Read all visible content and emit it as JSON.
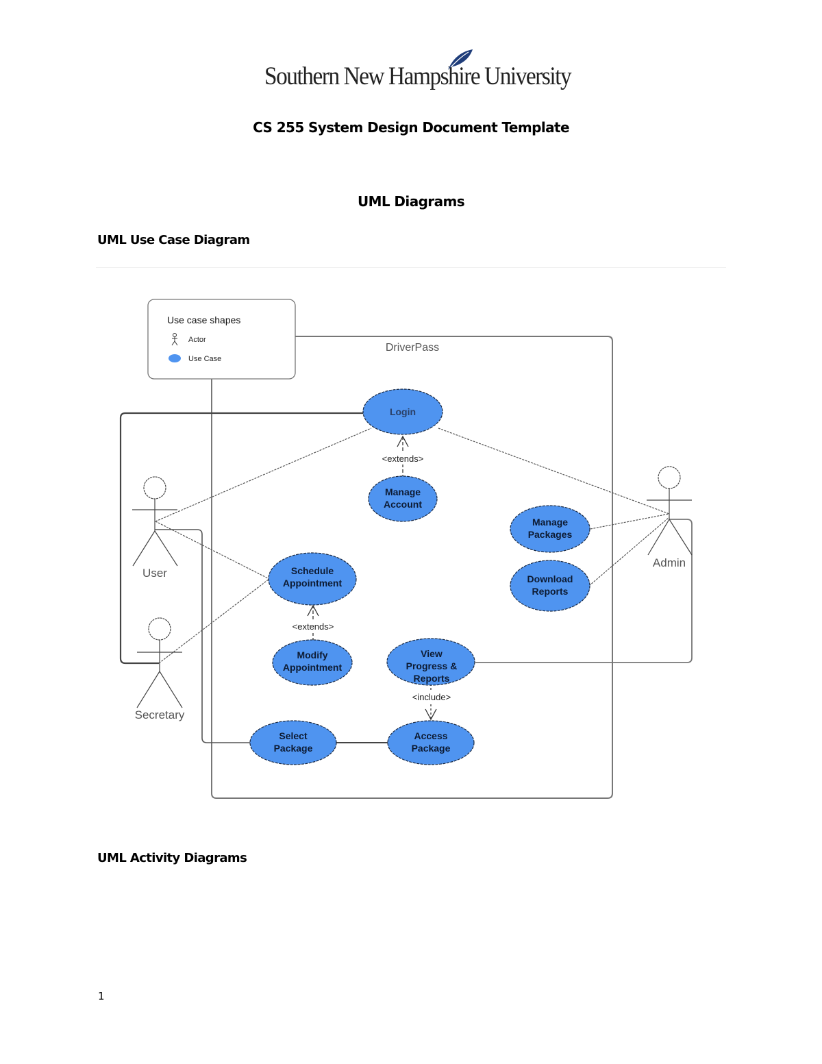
{
  "header": {
    "logo_text": "Southern New Hampshire University",
    "brand_color": "#1f3d7a"
  },
  "document": {
    "title": "CS 255 System Design Document Template",
    "section_title": "UML Diagrams",
    "use_case_heading": "UML Use Case Diagram",
    "activity_heading": "UML Activity Diagrams",
    "page_number": "1"
  },
  "diagram": {
    "system_name": "DriverPass",
    "use_case_fill": "#4f94f0",
    "legend": {
      "title": "Use case shapes",
      "actor_label": "Actor",
      "use_case_label": "Use Case"
    },
    "actors": {
      "user": "User",
      "secretary": "Secretary",
      "admin": "Admin"
    },
    "use_cases": {
      "login": "Login",
      "manage_account": [
        "Manage",
        "Account"
      ],
      "schedule_appointment": [
        "Schedule",
        "Appointment"
      ],
      "modify_appointment": [
        "Modify",
        "Appointment"
      ],
      "manage_packages": [
        "Manage",
        "Packages"
      ],
      "download_reports": [
        "Download",
        "Reports"
      ],
      "view_progress": [
        "View",
        "Progress &",
        "Reports"
      ],
      "select_package": [
        "Select",
        "Package"
      ],
      "access_package": [
        "Access",
        "Package"
      ]
    },
    "relationships": {
      "extends_login": "<extends>",
      "extends_schedule": "<extends>",
      "include_access": "<include>"
    }
  }
}
